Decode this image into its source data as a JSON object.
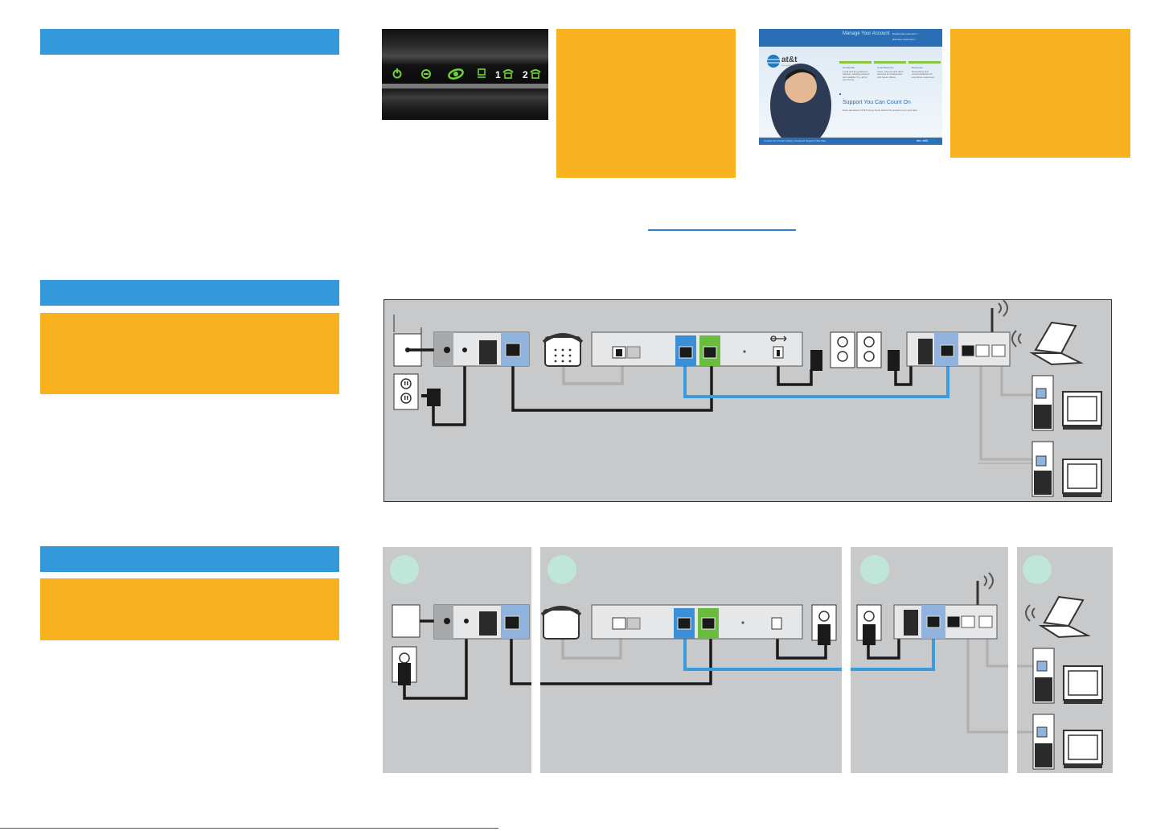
{
  "colors": {
    "section_header": "#3398da",
    "callout": "#f8b21f",
    "panel": "#c8c9cb",
    "device": "#e6e7e8",
    "dsl_port": "#3a8fd6",
    "ethernet_port": "#69bc3d",
    "step_badge": "#bfe6d8",
    "cable_black": "#1a1a1a",
    "cable_grey": "#b0b0b0",
    "cable_blue": "#3a9be0"
  },
  "led_panel": {
    "indicators": [
      "power-icon",
      "dsl-icon",
      "internet-icon",
      "ethernet-icon",
      "phone-line-1-icon",
      "phone-line-2-icon"
    ],
    "line1_label": "1",
    "line2_label": "2"
  },
  "website_thumbnail": {
    "brand": "at&t",
    "brand_sub": "Your world. Delivered",
    "header": "Manage Your Account",
    "links": [
      "Residential customers >",
      "Business customers >"
    ],
    "columns": [
      {
        "title": "Residential",
        "body": "Local and long distance, Internet, wireless phones and satellite TV—all for your home"
      },
      {
        "title": "Small Business",
        "body": "Voice, Internet and other services for businesses with fewer offices"
      },
      {
        "title": "Enterprise",
        "body": "Networking and communications for enterprise customers"
      }
    ],
    "support_title": "Support You Can Count On",
    "support_body": "Have questions? AT&T Home Tools deliver the answers you need fast.",
    "footer": "Contact Us | Privacy Policy | Customer Support | Site Map",
    "footer_logos": "sbc  at&t"
  },
  "link_text": "",
  "step_badges": [
    "",
    "",
    "",
    ""
  ]
}
